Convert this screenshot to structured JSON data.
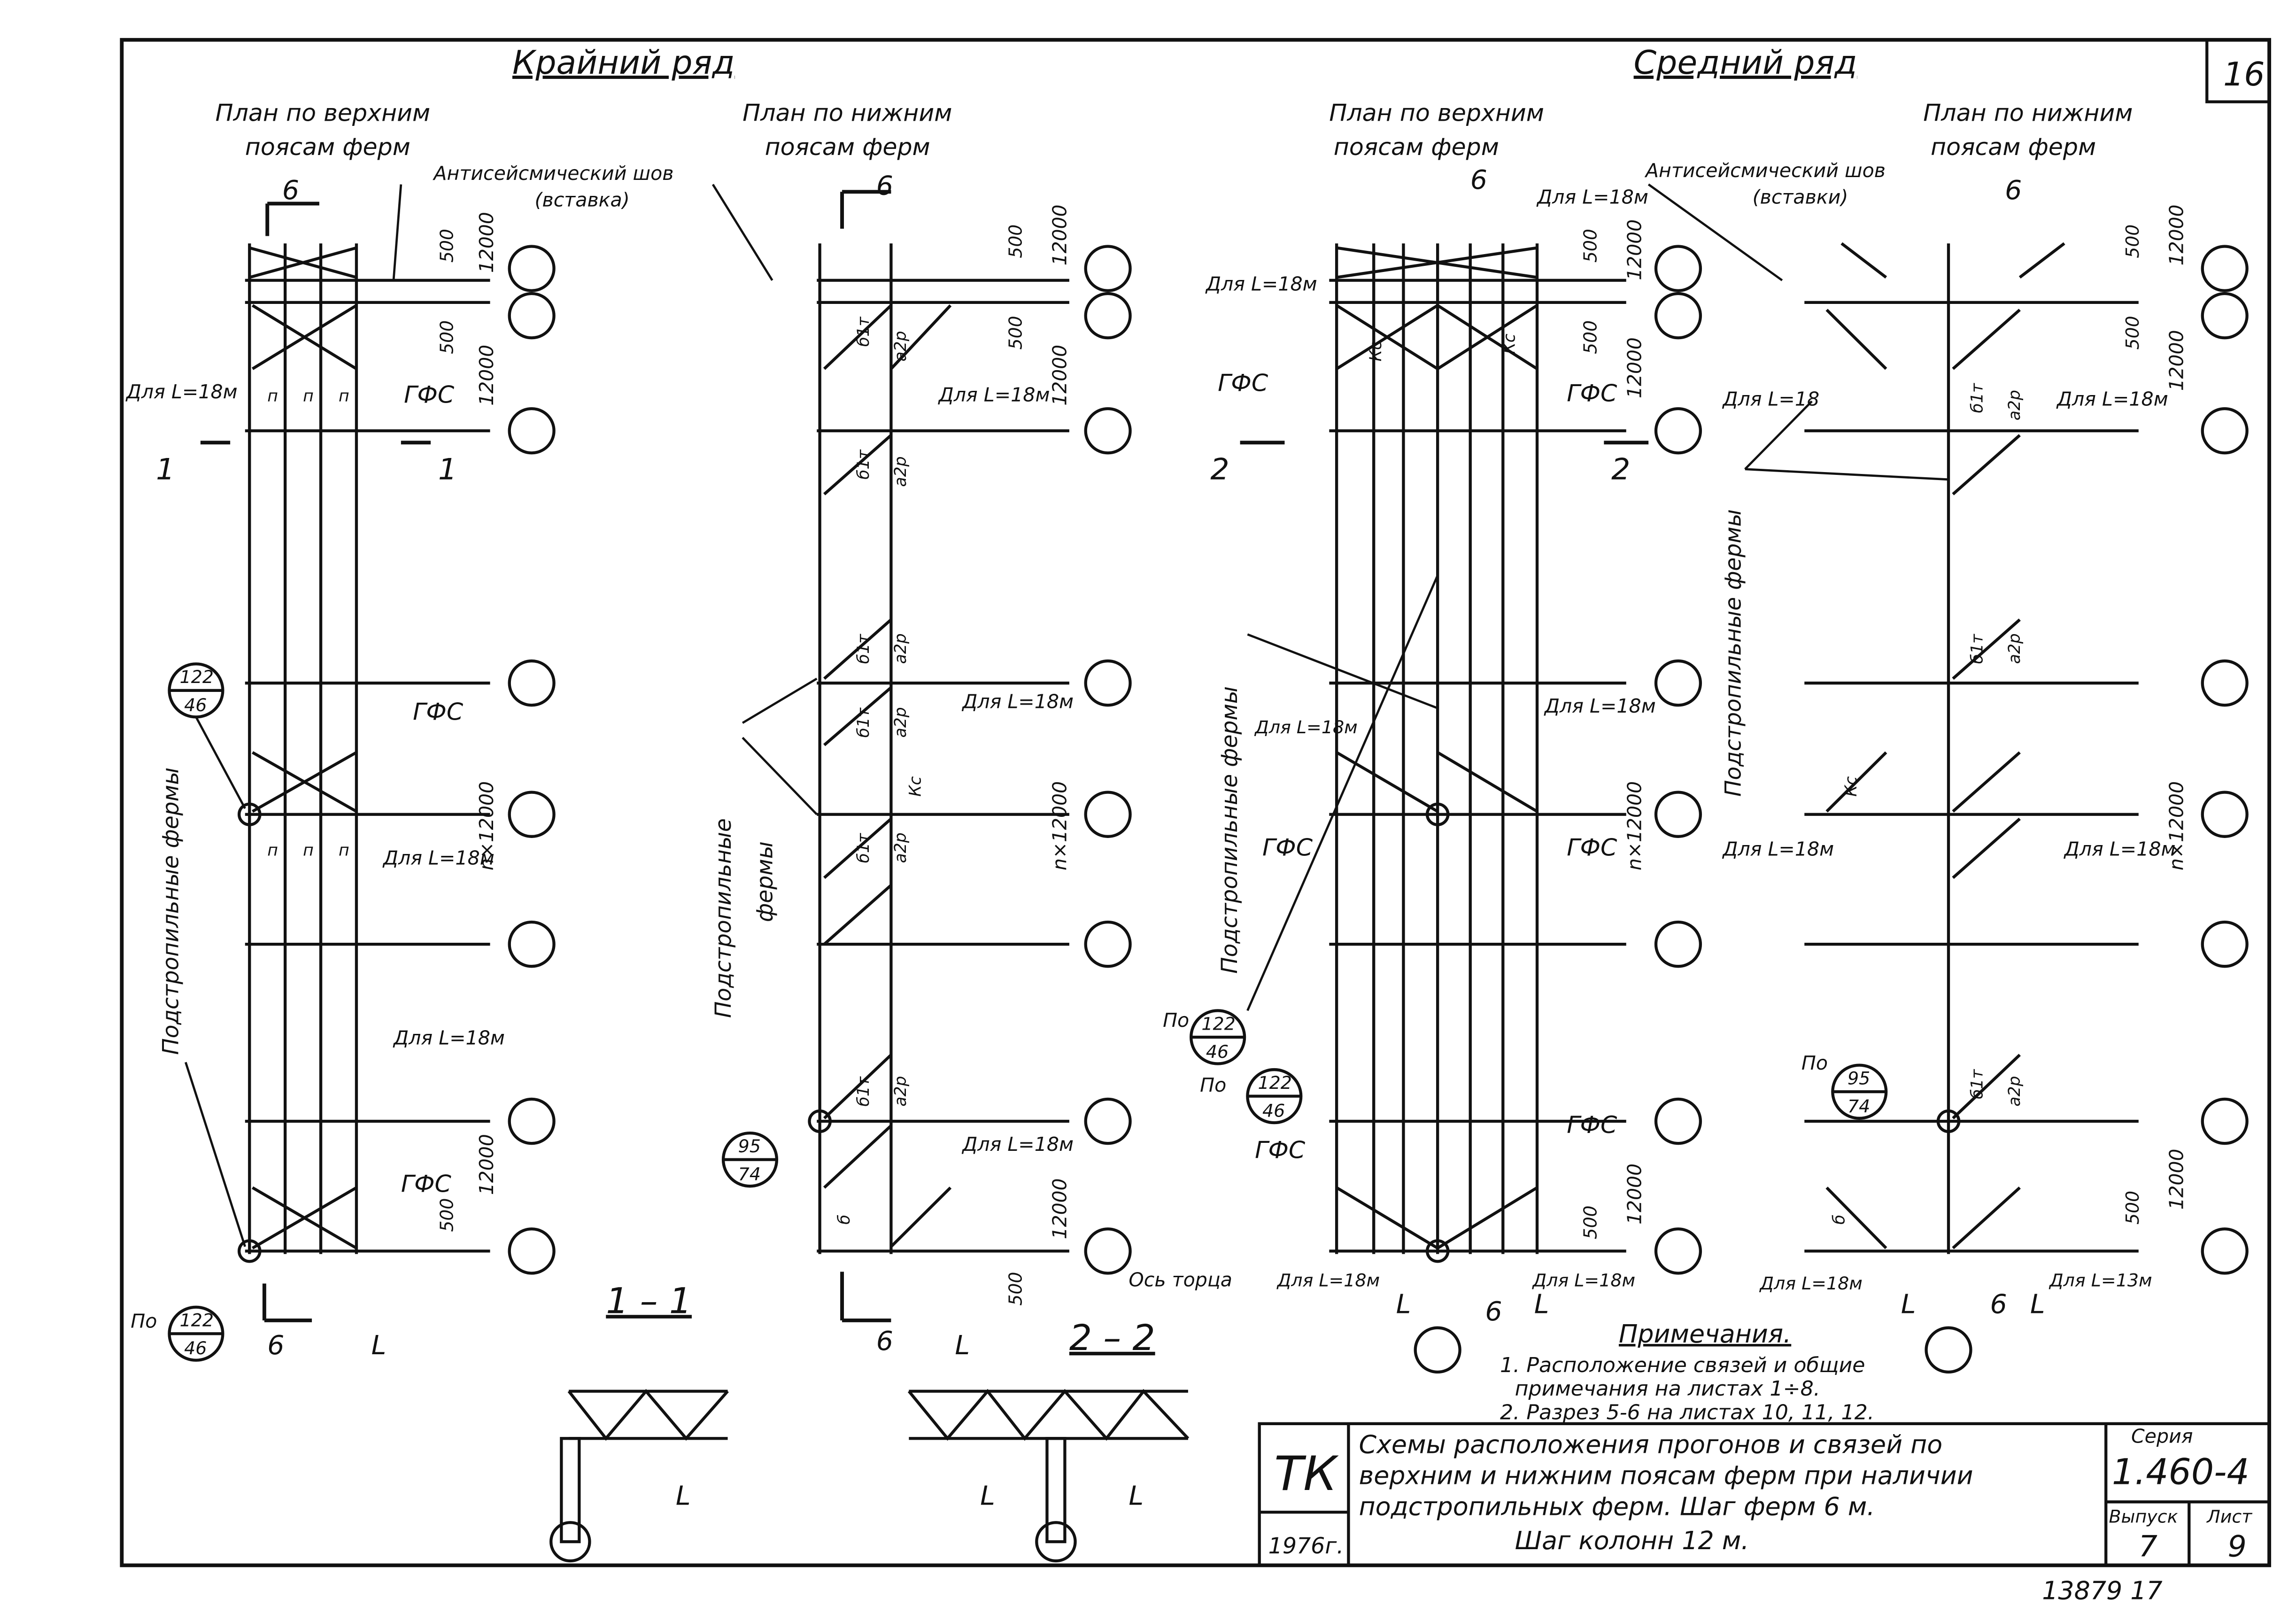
{
  "sheet": {
    "number": "16",
    "edge_row": "Крайний ряд",
    "middle_row": "Средний ряд",
    "seismic_joint": "Антисейсмический шов",
    "insert": "(вставка)",
    "inserts": "(вставки)",
    "plan_top_1": "План по верхним",
    "plan_top_2": "поясам ферм",
    "plan_bottom_1": "План по нижним",
    "plan_bottom_2": "поясам ферм",
    "gfs": "ГФС",
    "for_l18": "Для L=18м",
    "for_l18_short": "Для L=18",
    "for_l13": "Для L=13м",
    "subtruss": "Подстропильные фермы",
    "subtruss_1": "Подстропильные",
    "subtruss_2": "фермы",
    "by": "По",
    "end_axis": "Ось торца",
    "L": "L",
    "step_label": "n×12000",
    "dim_12000": "12000",
    "dim_500": "500",
    "section_6": "6",
    "section_1": "1",
    "section_2": "2",
    "section_11": "1 – 1",
    "section_22": "2 – 2",
    "mark_bt": "б1т",
    "mark_agr": "а2р",
    "mark_kc": "Кс",
    "mark_n": "п",
    "mark_b": "б",
    "ref_122": "122",
    "ref_46": "46",
    "ref_95": "95",
    "ref_74": "74"
  },
  "notes": {
    "title": "Примечания.",
    "item1a": "1. Расположение связей и общие",
    "item1b": "примечания на листах 1÷8.",
    "item2": "2. Разрез 5-6 на листах 10, 11, 12."
  },
  "titleblock": {
    "org": "ТК",
    "year": "1976г.",
    "title_line1": "Схемы расположения прогонов и связей по",
    "title_line2": "верхним и нижним поясам ферм при наличии",
    "title_line3": "подстропильных ферм. Шаг ферм 6 м.",
    "title_line4": "Шаг колонн 12 м.",
    "series_label": "Серия",
    "series_value": "1.460-4",
    "issue_label": "Выпуск",
    "issue_value": "7",
    "sheet_label": "Лист",
    "sheet_value": "9"
  },
  "footer": {
    "stamp": "13879 17"
  }
}
